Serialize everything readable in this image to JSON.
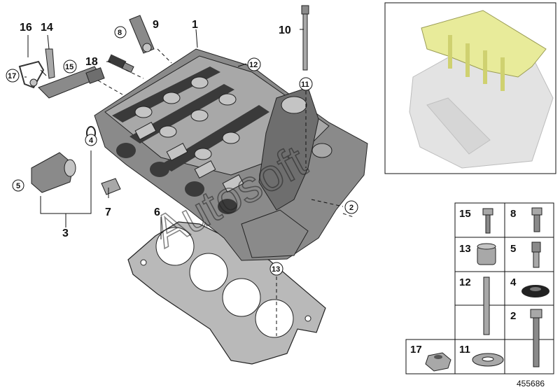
{
  "diagram_id": "455686",
  "watermark": "Autosoft",
  "callouts": {
    "c1": "1",
    "c2": "2",
    "c3": "3",
    "c4": "4",
    "c5": "5",
    "c6": "6",
    "c7": "7",
    "c8": "8",
    "c9": "9",
    "c10": "10",
    "c11": "11",
    "c12": "12",
    "c13": "13",
    "c14": "14",
    "c15": "15",
    "c16": "16",
    "c17": "17",
    "c18": "18"
  },
  "parts_grid": {
    "p15": "15",
    "p8": "8",
    "p13": "13",
    "p5": "5",
    "p12": "12",
    "p4": "4",
    "p2": "2",
    "p17": "17",
    "p11": "11"
  },
  "colors": {
    "inset_highlight": "#e8eb9a",
    "part_gray": "#8a8a8a",
    "line": "#111111"
  }
}
